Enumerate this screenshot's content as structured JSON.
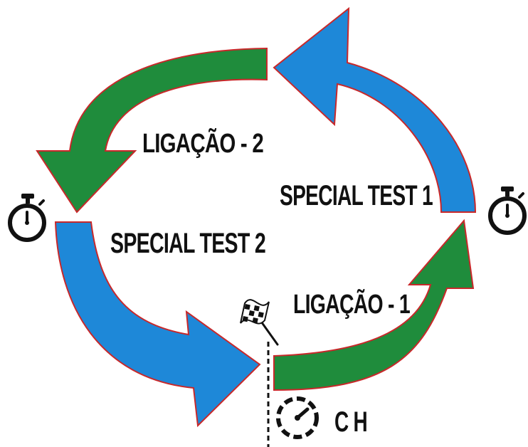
{
  "colors": {
    "blue": "#1e88d8",
    "green": "#1f8c3c",
    "outline": "#c8282a",
    "text": "#111111"
  },
  "labels": {
    "special_test_1": "SPECIAL TEST 1",
    "special_test_2": "SPECIAL TEST 2",
    "ligacao_1": "LIGAÇÃO - 1",
    "ligacao_2": "LIGAÇÃO - 2",
    "ch": "C H"
  },
  "icons": [
    "stopwatch-icon",
    "checkered-flag-icon",
    "time-control-icon"
  ]
}
